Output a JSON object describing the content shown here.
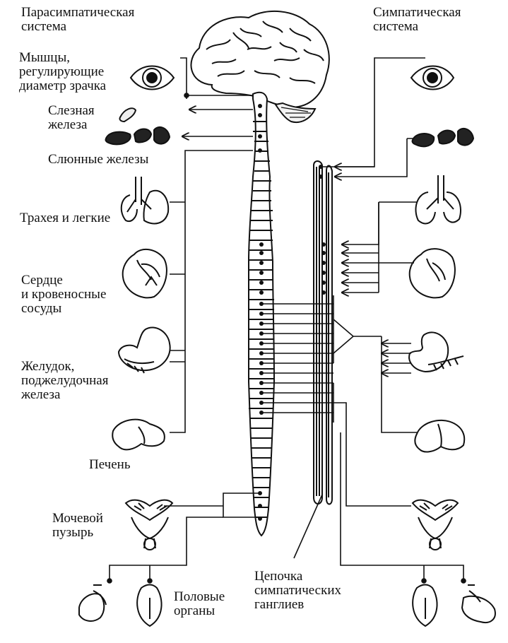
{
  "labels": {
    "parasympathetic_line1": "Парасимпатическая",
    "parasympathetic_line2": "система",
    "sympathetic_line1": "Симпатическая",
    "sympathetic_line2": "система",
    "pupil_muscles_line1": "Мышцы,",
    "pupil_muscles_line2": "регулирующие",
    "pupil_muscles_line3": "диаметр зрачка",
    "lacrimal_line1": "Слезная",
    "lacrimal_line2": "железа",
    "salivary": "Слюнные железы",
    "trachea_lungs": "Трахея и легкие",
    "heart_line1": "Сердце",
    "heart_line2": "и кровеносные",
    "heart_line3": "сосуды",
    "stomach_line1": "Желудок,",
    "stomach_line2": "поджелудочная",
    "stomach_line3": "железа",
    "liver": "Печень",
    "bladder_line1": "Мочевой",
    "bladder_line2": "пузырь",
    "genitals_line1": "Половые",
    "genitals_line2": "органы",
    "ganglia_line1": "Цепочка",
    "ganglia_line2": "симпатических",
    "ganglia_line3": "ганглиев"
  },
  "colors": {
    "ink": "#111111",
    "background": "#ffffff"
  }
}
